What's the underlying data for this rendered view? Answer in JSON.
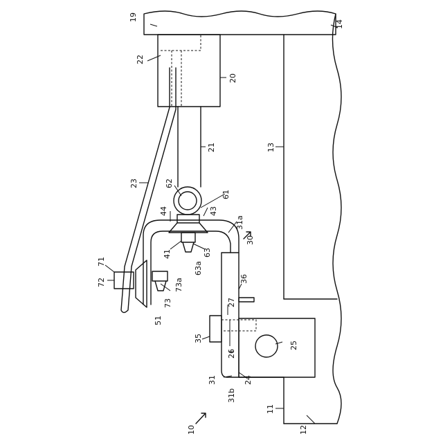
{
  "figure": {
    "reference_labels": {
      "l10": "10",
      "l11": "11",
      "l12": "12",
      "l13": "13",
      "l14": "14",
      "l19": "19",
      "l20": "20",
      "l21": "21",
      "l22": "22",
      "l23": "23",
      "l24": "24",
      "l25": "25",
      "l26": "26",
      "l27": "27",
      "l30": "30",
      "l31": "31",
      "l31a": "31a",
      "l31b": "31b",
      "l35": "35",
      "l36": "36",
      "l41": "41",
      "l43": "43",
      "l44": "44",
      "l51": "51",
      "l61": "61",
      "l62": "62",
      "l63": "63",
      "l63a": "63a",
      "l71": "71",
      "l72": "72",
      "l73": "73",
      "l73a": "73a"
    }
  }
}
